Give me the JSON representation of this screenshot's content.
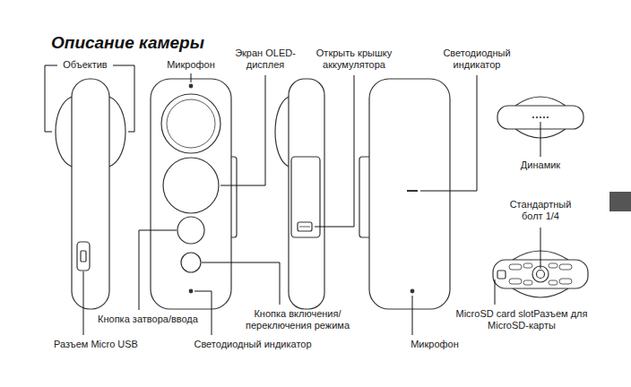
{
  "diagram": {
    "title": "Описание камеры",
    "labels": [
      "Объектив",
      "Микрофон",
      "Экран OLED- дисплея",
      "Открыть крышку аккумулятора",
      "Светодиодный индикатор",
      "Динамик",
      "Стандартный болт 1/4",
      "Кнопка затвора/ввода",
      "Кнопка включения/ переключения режима",
      "MicroSD card slotРазъем для MicroSD-карты",
      "Разъем Micro USB",
      "Светодиодный индикатор",
      "Микрофон"
    ]
  }
}
